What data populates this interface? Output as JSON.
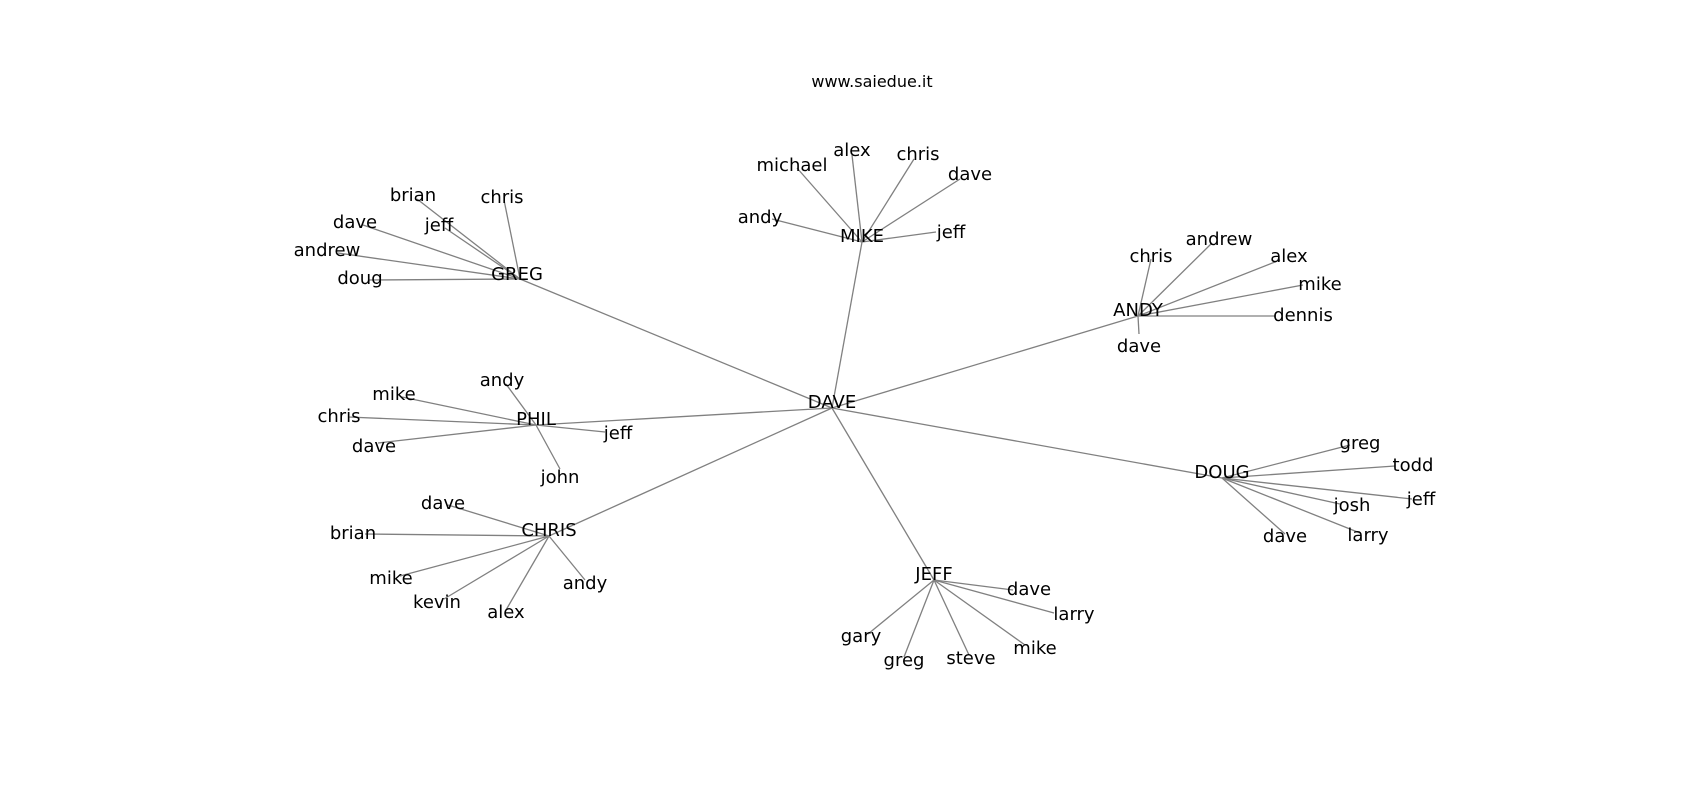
{
  "title": "www.saiedue.it",
  "colors": {
    "edge": "#808080",
    "text": "#000000",
    "background": "#ffffff"
  },
  "graph": {
    "root": "DAVE",
    "hubs": [
      {
        "id": "greg",
        "label": "GREG",
        "leaves": [
          "brian",
          "chris",
          "dave",
          "jeff",
          "andrew",
          "doug"
        ]
      },
      {
        "id": "mike",
        "label": "MIKE",
        "leaves": [
          "michael",
          "alex",
          "chris",
          "dave",
          "andy",
          "jeff"
        ]
      },
      {
        "id": "andy",
        "label": "ANDY",
        "leaves": [
          "chris",
          "andrew",
          "alex",
          "mike",
          "dennis",
          "dave"
        ]
      },
      {
        "id": "phil",
        "label": "PHIL",
        "leaves": [
          "andy",
          "mike",
          "chris",
          "jeff",
          "dave",
          "john"
        ]
      },
      {
        "id": "doug",
        "label": "DOUG",
        "leaves": [
          "greg",
          "todd",
          "josh",
          "jeff",
          "dave",
          "larry"
        ]
      },
      {
        "id": "chris",
        "label": "CHRIS",
        "leaves": [
          "dave",
          "brian",
          "mike",
          "andy",
          "kevin",
          "alex"
        ]
      },
      {
        "id": "jeff",
        "label": "JEFF",
        "leaves": [
          "dave",
          "larry",
          "gary",
          "mike",
          "greg",
          "steve"
        ]
      }
    ]
  }
}
